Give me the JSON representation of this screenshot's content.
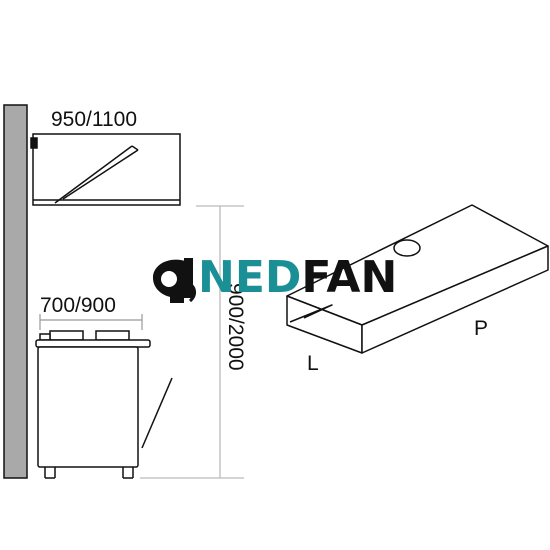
{
  "hood_width_label": "950/1100",
  "cooker_width_label": "700/900",
  "height_label": "900/2000",
  "length_label": "L",
  "depth_label": "P",
  "logo": {
    "part1": "NED",
    "part2": "FAN",
    "icon": "hairdryer-icon",
    "color_part1": "#1b8f96",
    "color_part2": "#111111"
  },
  "colors": {
    "wall": "#a9a9a9",
    "line": "#111111",
    "dimension_line": "#bbbbbb"
  }
}
